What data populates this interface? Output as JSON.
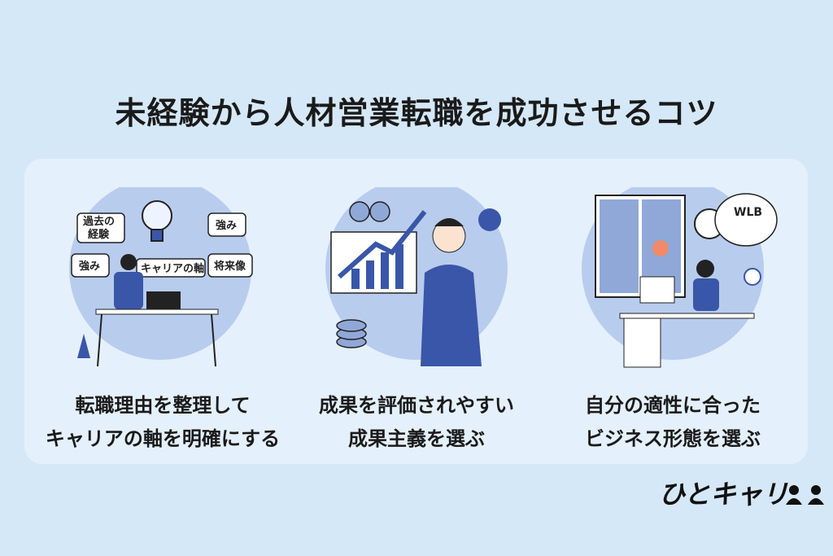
{
  "title": "未経験から人材営業転職を成功させるコツ",
  "panels": [
    {
      "caption_line1": "転職理由を整理して",
      "caption_line2": "キャリアの軸を明確にする",
      "bubbles": [
        "過去の",
        "経験",
        "強み",
        "強み",
        "将来像",
        "キャリアの軸"
      ]
    },
    {
      "caption_line1": "成果を評価されやすい",
      "caption_line2": "成果主義を選ぶ"
    },
    {
      "caption_line1": "自分の適性に合った",
      "caption_line2": "ビジネス形態を選ぶ",
      "bubble": "WLB"
    }
  ],
  "logo": "ひとキャリ",
  "colors": {
    "background": "#d5e8f8",
    "card": "#e4f0fb",
    "circle": "#b8ccee",
    "suit": "#3a56a8"
  }
}
